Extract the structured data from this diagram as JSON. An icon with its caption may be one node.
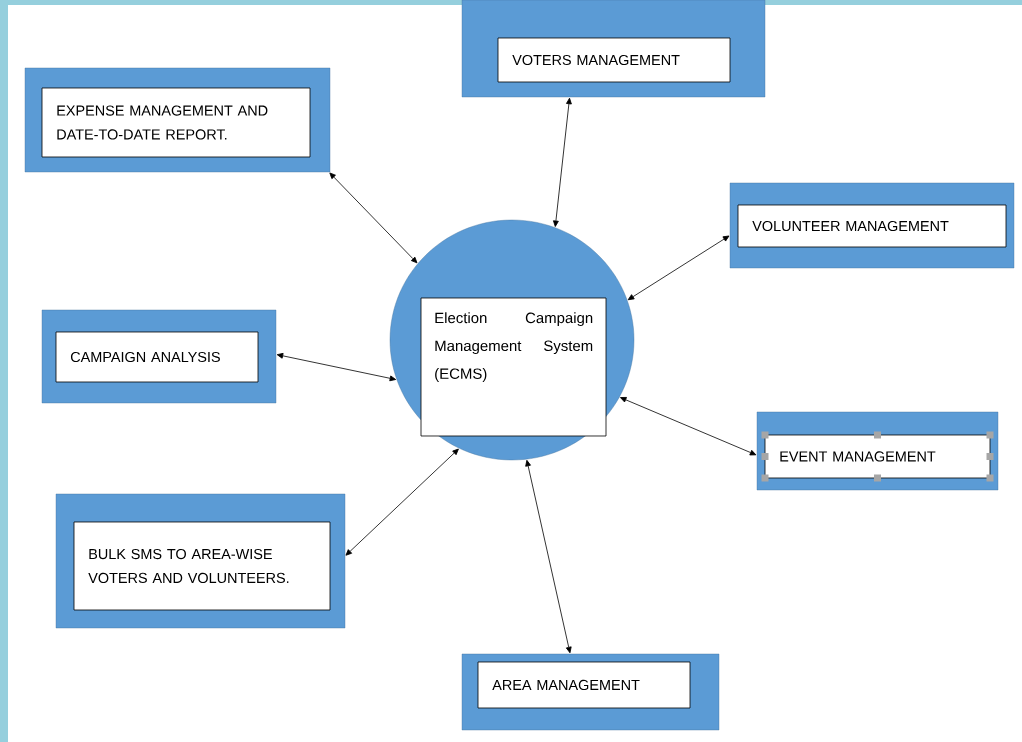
{
  "diagram": {
    "nodes": [
      {
        "text": [
          "Election Campaign Management System (ECMS)"
        ]
      },
      {
        "text": [
          "VOTERS MANAGEMENT"
        ]
      },
      {
        "text": [
          "EXPENSE MANAGEMENT AND DATE-TO-DATE REPORT."
        ]
      },
      {
        "text": [
          "VOLUNTEER MANAGEMENT"
        ]
      },
      {
        "text": [
          "CAMPAIGN ANALYSIS"
        ]
      },
      {
        "text": [
          "EVENT MANAGEMENT"
        ]
      },
      {
        "text": [
          "BULK SMS TO AREA-WISE VOTERS AND VOLUNTEERS."
        ]
      },
      {
        "text": [
          "AREA MANAGEMENT"
        ]
      }
    ],
    "edges": [
      {
        "from": 0,
        "to": 1,
        "arrow": "both"
      },
      {
        "from": 0,
        "to": 2,
        "arrow": "both"
      },
      {
        "from": 0,
        "to": 3,
        "arrow": "both"
      },
      {
        "from": 0,
        "to": 4,
        "arrow": "both"
      },
      {
        "from": 0,
        "to": 5,
        "arrow": "both"
      },
      {
        "from": 0,
        "to": 6,
        "arrow": "both"
      },
      {
        "from": 0,
        "to": 7,
        "arrow": "both"
      }
    ]
  }
}
